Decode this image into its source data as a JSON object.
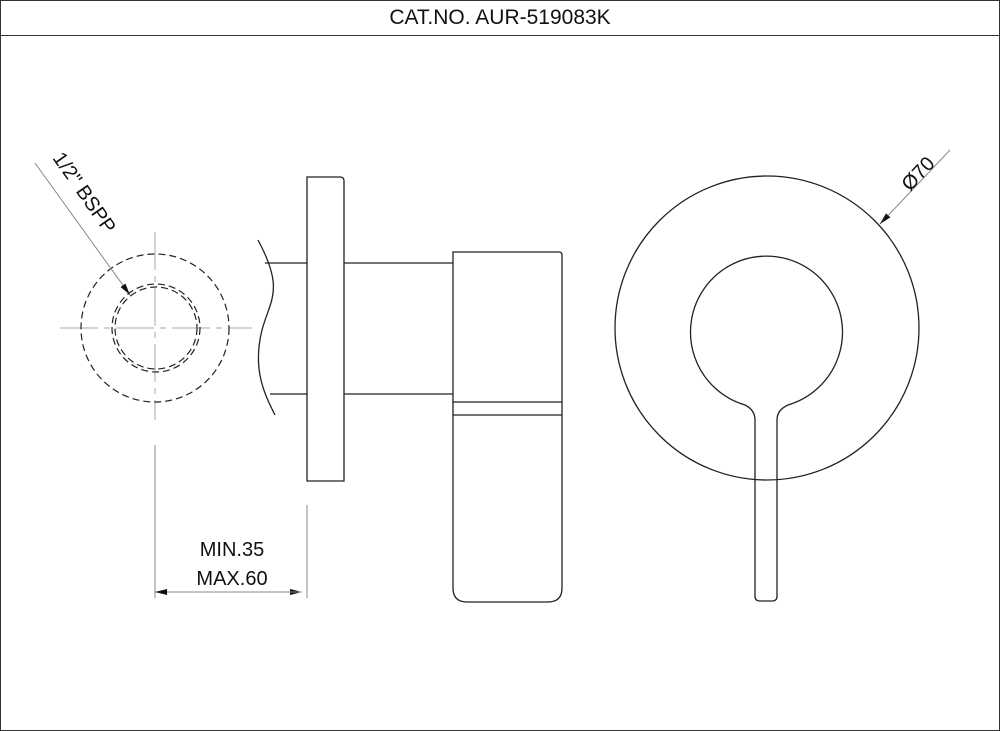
{
  "header": {
    "title": "CAT.NO. AUR-519083K"
  },
  "annotations": {
    "thread": "1/2\" BSPP",
    "diameter": "Ø70",
    "depth_min": "MIN.35",
    "depth_max": "MAX.60"
  },
  "colors": {
    "line": "#222222",
    "centerline": "#aaaaaa",
    "background": "#ffffff"
  }
}
